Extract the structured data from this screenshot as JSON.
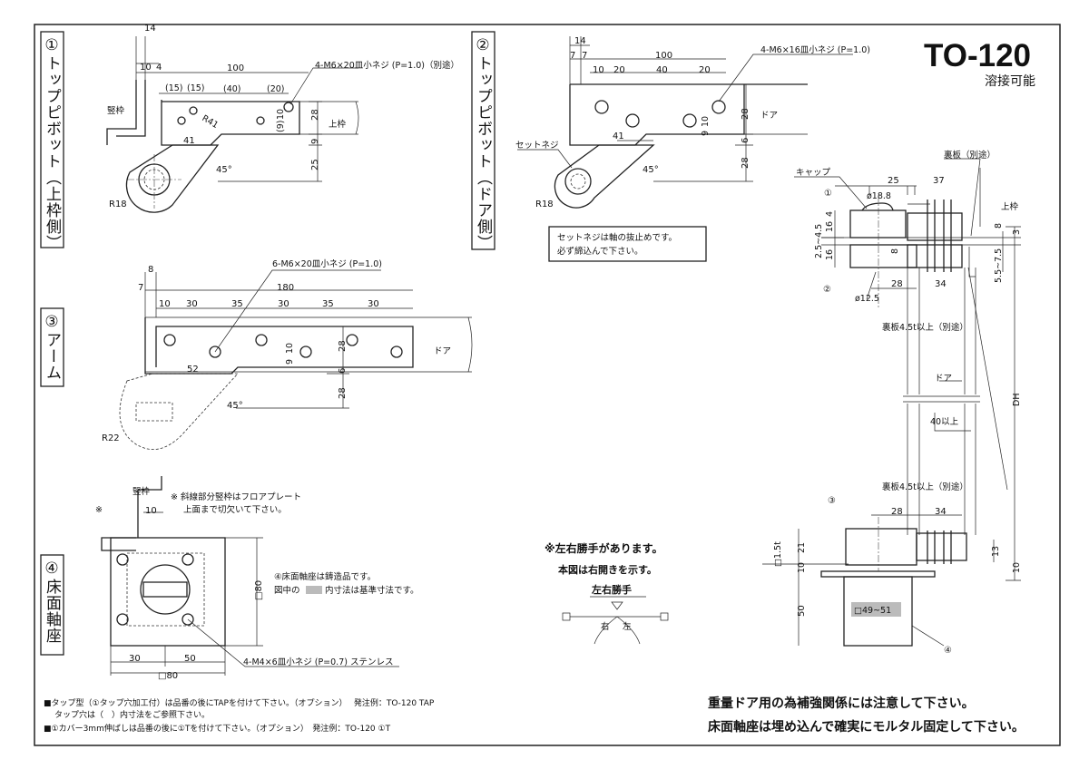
{
  "title": {
    "model": "TO-120",
    "subtitle": "溶接可能"
  },
  "sections": {
    "s1": "①トップピボット（上枠側）",
    "s2": "②トップピボット（ドア側）",
    "s3": "③アーム",
    "s4": "④床面軸座"
  },
  "sec1": {
    "labels": [
      "14",
      "10",
      "4",
      "100",
      "(15)",
      "(15)",
      "(40)",
      "(20)",
      "4-M6×20皿小ネジ (P=1.0)（別途）",
      "10",
      "(9)",
      "28",
      "9",
      "上枠",
      "竪枠",
      "R41",
      "41",
      "45°",
      "25",
      "R18"
    ]
  },
  "sec2": {
    "labels": [
      "14",
      "7",
      "7",
      "100",
      "10",
      "20",
      "40",
      "20",
      "4-M6×16皿小ネジ (P=1.0)",
      "10",
      "9",
      "28",
      "ドア",
      "6",
      "41",
      "28",
      "45°",
      "セットネジ",
      "R18"
    ],
    "note": [
      "セットネジは軸の抜止めです。",
      "必ず締込んで下さい。"
    ]
  },
  "sec3": {
    "labels": [
      "8",
      "7",
      "180",
      "6-M6×20皿小ネジ (P=1.0)",
      "10",
      "30",
      "35",
      "30",
      "35",
      "30",
      "28",
      "9",
      "10",
      "6",
      "ドア",
      "52",
      "28",
      "45°",
      "R22"
    ]
  },
  "sec4": {
    "labels": [
      "竪枠",
      "※",
      "10",
      "※ 斜線部分竪枠はフロアプレート",
      "上面まで切欠いて下さい。",
      "④床面軸座は鋳造品です。",
      "図中の",
      "内寸法は基準寸法です。",
      "□80",
      "4-M4×6皿小ネジ (P=0.7) ステンレス",
      "30",
      "50",
      "□80"
    ]
  },
  "hand": {
    "l1": "※左右勝手があります。",
    "l2": "本図は右開きを示す。",
    "l3": "左右勝手",
    "right": "右",
    "left": "左"
  },
  "side": {
    "labels": [
      "裏板（別途）",
      "キャップ",
      "①",
      "25",
      "37",
      "ø18.8",
      "上枠",
      "4",
      "16",
      "2.5~4.5",
      "16",
      "8",
      "3",
      "8",
      "5.5~7.5",
      "②",
      "28",
      "34",
      "ø12.5",
      "裏板4.5t以上（別途）",
      "ドア",
      "DH",
      "40以上",
      "裏板4.5t以上（別途）",
      "③",
      "28",
      "34",
      "21",
      "□1.5t",
      "10",
      "13",
      "10",
      "50",
      "□49~51",
      "④"
    ]
  },
  "notes": [
    "■タップ型（①タップ穴加工付）は品番の後にTAPを付けて下さい。（オプション）　 発注例：TO-120 TAP",
    "タップ穴は（　）内寸法をご参照下さい。",
    "■①カバー3mm伸ばしは品番の後に①Tを付けて下さい。（オプション）　発注例：TO-120 ①T"
  ],
  "warnings": [
    "重量ドア用の為補強関係には注意して下さい。",
    "床面軸座は埋め込んで確実にモルタル固定して下さい。"
  ]
}
